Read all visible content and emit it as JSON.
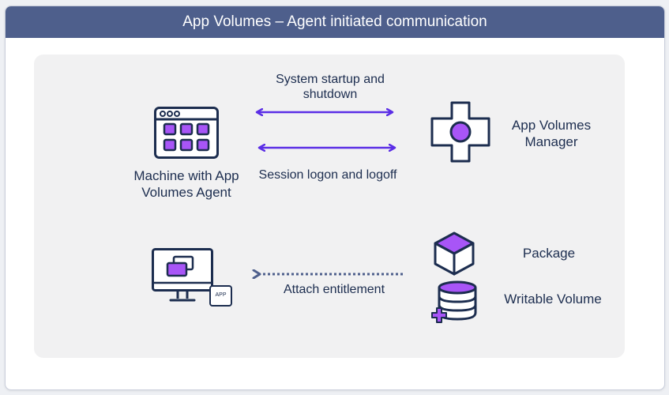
{
  "title": "App Volumes – Agent initiated communication",
  "labels": {
    "system_startup": "System startup and shutdown",
    "session_logon": "Session logon and logoff",
    "machine": "Machine with App Volumes Agent",
    "manager": "App Volumes Manager",
    "package": "Package",
    "writable_volume": "Writable Volume",
    "attach_entitlement": "Attach entitlement",
    "app_badge": "APP"
  },
  "colors": {
    "title_bar": "#4e5f8c",
    "navy": "#1c2d4f",
    "accent_purple": "#a855f7",
    "arrow_purple": "#5b2ee6",
    "dotted_arrow": "#4e5f8c",
    "panel": "#f1f1f2"
  },
  "icons": {
    "machine": "app-grid-window-icon",
    "manager": "cross-gear-icon",
    "package": "cube-icon",
    "writable_volume": "database-plus-icon",
    "desktop": "desktop-monitor-icon"
  }
}
